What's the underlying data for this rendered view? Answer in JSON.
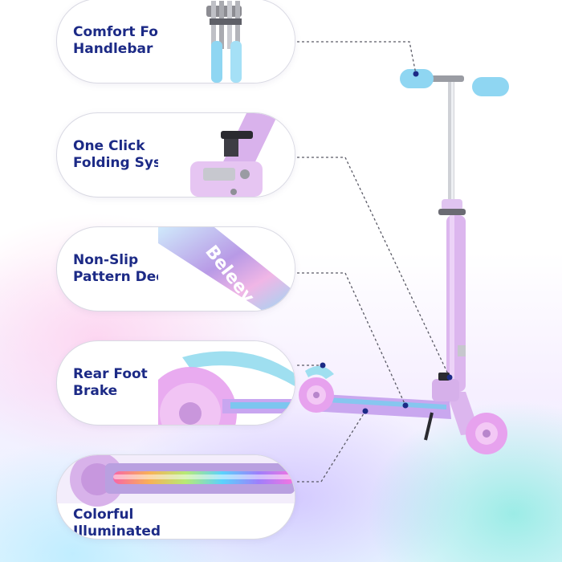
{
  "features": [
    {
      "id": "handlebar",
      "label": "Comfort Foldable\nHandlebar",
      "photo_icon": "handlebar-closeup"
    },
    {
      "id": "folding",
      "label": "One Click\nFolding System",
      "photo_icon": "folding-latch-closeup"
    },
    {
      "id": "deck",
      "label": "Non-Slip\nPattern Deck",
      "photo_icon": "deck-pattern-closeup",
      "deck_brand_text": "Beleev"
    },
    {
      "id": "brake",
      "label": "Rear Foot\nBrake",
      "photo_icon": "rear-brake-closeup"
    },
    {
      "id": "lights",
      "label": "Colorful Illuminated\nDeck Lights",
      "photo_icon": "deck-lights-closeup"
    }
  ],
  "product": {
    "icon": "kick-scooter-illustration"
  },
  "colors": {
    "label_text": "#1c2a86",
    "scooter_body": "#dcb6ee",
    "scooter_body_dark": "#c796e0",
    "grips": "#8fd6f2",
    "wheels": "#e7a2ee",
    "leader_dots": "#1c2a86"
  }
}
